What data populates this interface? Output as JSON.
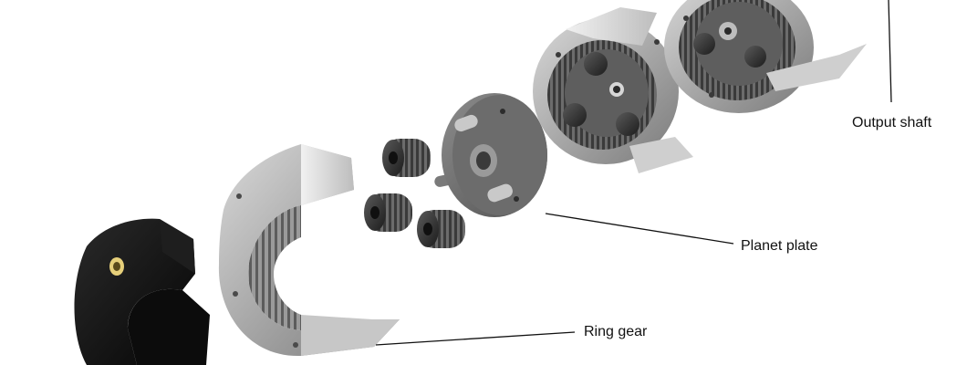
{
  "labels": {
    "output_shaft": "Output shaft",
    "planet_plate": "Planet plate",
    "ring_gear": "Ring gear"
  },
  "components": [
    {
      "name": "motor-housing",
      "color": "#0b0b0b",
      "icon": "housing-icon"
    },
    {
      "name": "ring-gear",
      "color": "#a9a9a9",
      "icon": "ring-gear-icon"
    },
    {
      "name": "planet-gears",
      "count": 3,
      "color": "#2f2f2f",
      "icon": "planet-gear-icon"
    },
    {
      "name": "planet-plate",
      "color": "#6e6e6e",
      "icon": "planet-plate-icon"
    },
    {
      "name": "assembled-stage-1",
      "color": "#8a8a8a",
      "icon": "gear-stage-icon"
    },
    {
      "name": "assembled-stage-2",
      "color": "#8a8a8a",
      "icon": "gear-stage-icon"
    }
  ],
  "colors": {
    "background": "#ffffff",
    "leader_line": "#111111",
    "text": "#111111",
    "brass_insert": "#e6cf7a"
  }
}
